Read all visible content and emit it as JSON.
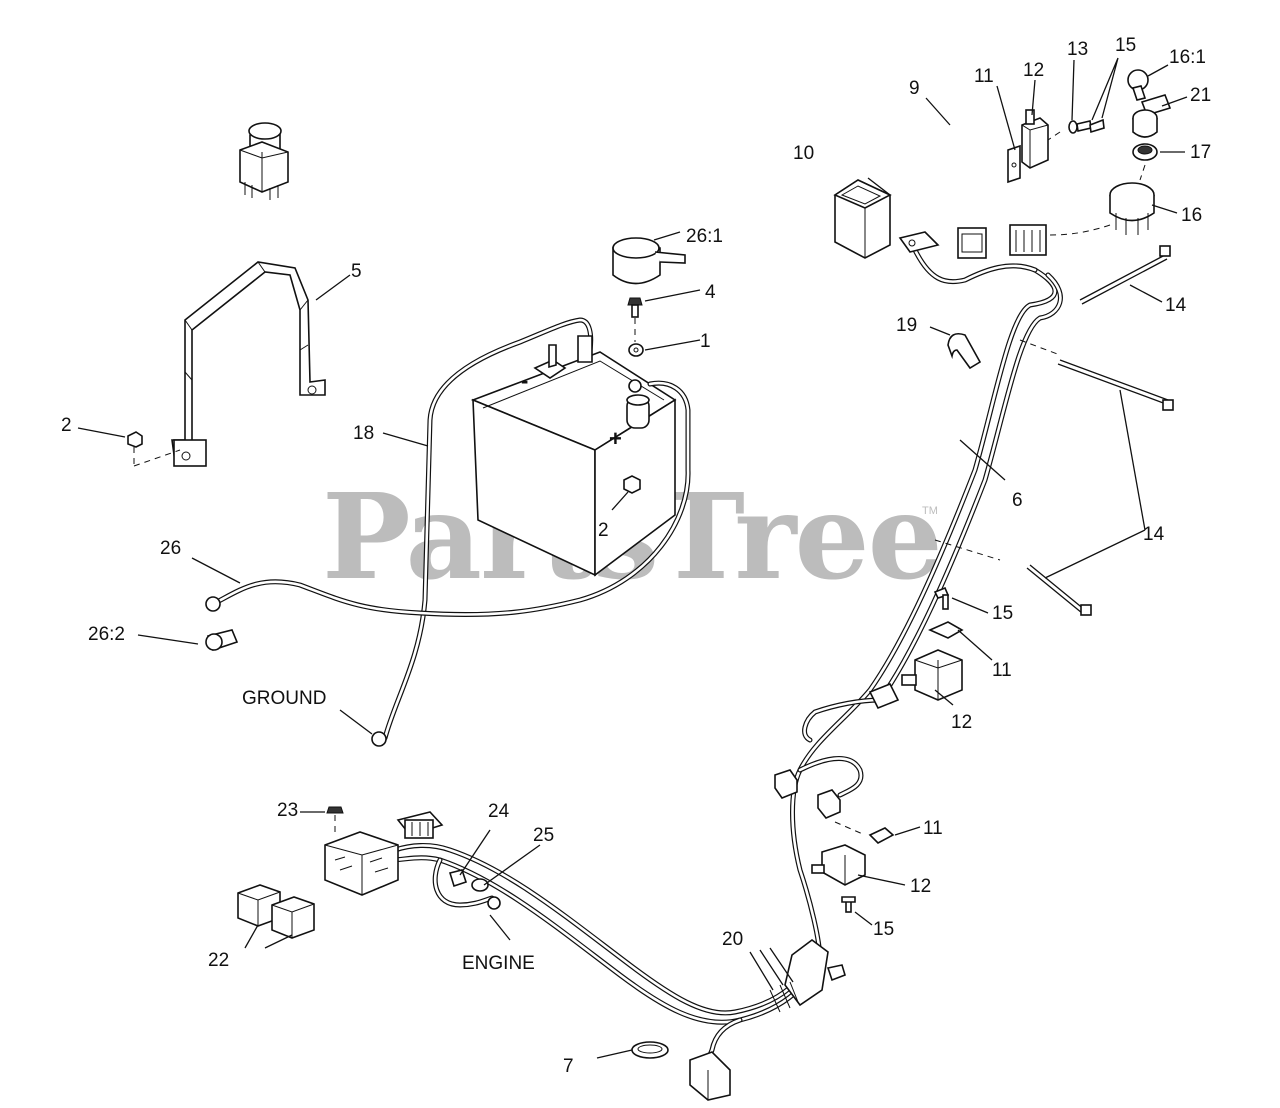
{
  "watermark": {
    "text": "PartsTree",
    "mark": "TM"
  },
  "signs": {
    "negative": "-",
    "positive": "+"
  },
  "callouts": {
    "c1": "1",
    "c2a": "2",
    "c2b": "2",
    "c4": "4",
    "c5": "5",
    "c6": "6",
    "c7": "7",
    "c9": "9",
    "c10": "10",
    "c11a": "11",
    "c11b": "11",
    "c11c": "11",
    "c12a": "12",
    "c12b": "12",
    "c12c": "12",
    "c13": "13",
    "c14a": "14",
    "c14b": "14",
    "c15a": "15",
    "c15b": "15",
    "c15c": "15",
    "c16": "16",
    "c16_1": "16:1",
    "c17": "17",
    "c18": "18",
    "c19": "19",
    "c20": "20",
    "c21": "21",
    "c22": "22",
    "c23": "23",
    "c24": "24",
    "c25": "25",
    "c26": "26",
    "c26_1": "26:1",
    "c26_2": "26:2",
    "ground": "GROUND",
    "engine": "ENGINE"
  }
}
